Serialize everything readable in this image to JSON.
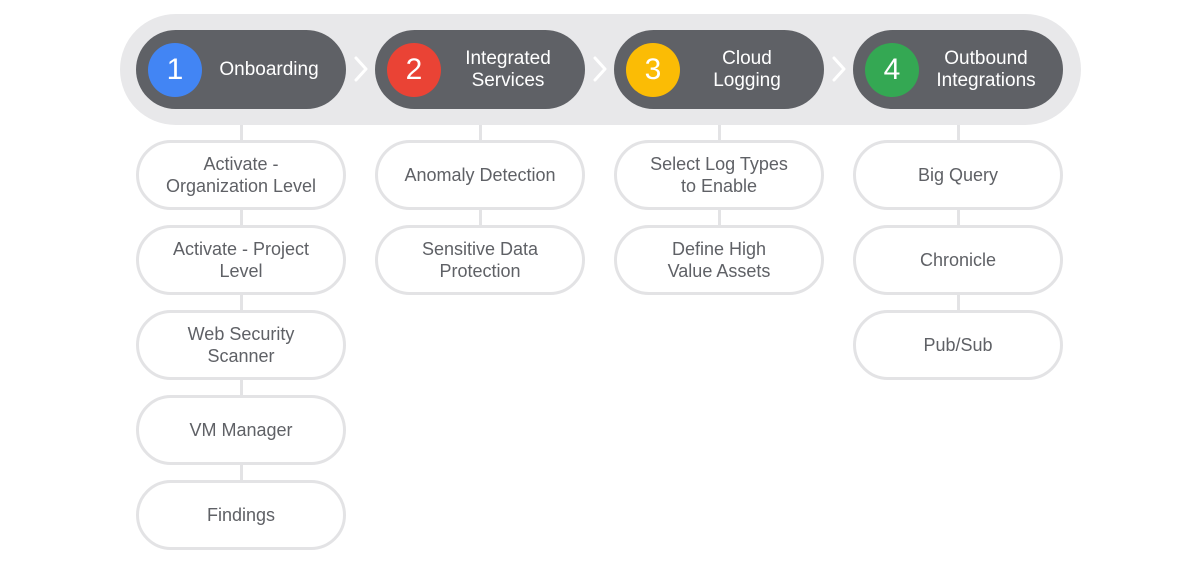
{
  "colors": {
    "step_bg": "#5f6166",
    "band_bg": "#e8e8ea",
    "card_border": "#e3e3e5",
    "card_text": "#5f6166",
    "badge_1": "#4285f4",
    "badge_2": "#ea4335",
    "badge_3": "#fbbc05",
    "badge_4": "#34a853"
  },
  "steps": [
    {
      "number": "1",
      "title": "Onboarding",
      "icon": "number-badge-blue",
      "items": [
        "Activate -\nOrganization Level",
        "Activate - Project\nLevel",
        "Web Security\nScanner",
        "VM Manager",
        "Findings"
      ]
    },
    {
      "number": "2",
      "title": "Integrated\nServices",
      "icon": "number-badge-red",
      "items": [
        "Anomaly Detection",
        "Sensitive Data\nProtection"
      ]
    },
    {
      "number": "3",
      "title": "Cloud\nLogging",
      "icon": "number-badge-yellow",
      "items": [
        "Select Log Types\nto Enable",
        "Define High\nValue Assets"
      ]
    },
    {
      "number": "4",
      "title": "Outbound\nIntegrations",
      "icon": "number-badge-green",
      "items": [
        "Big Query",
        "Chronicle",
        "Pub/Sub"
      ]
    }
  ],
  "separator_icon": "chevron-right-icon"
}
